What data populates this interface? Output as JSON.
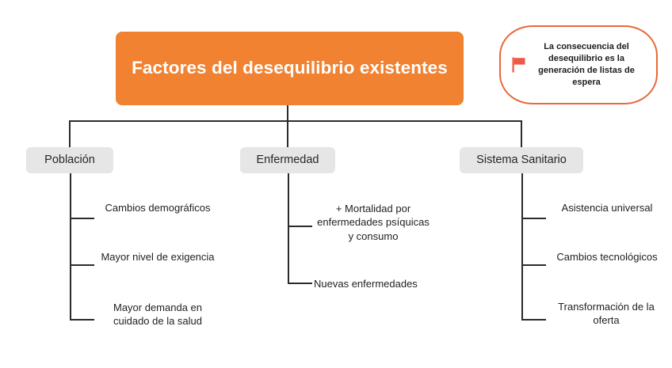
{
  "diagram": {
    "root": {
      "label": "Factores del desequilibrio existentes",
      "color": "#F08232",
      "text_color": "#FFFFFF"
    },
    "callout": {
      "icon": "flag-icon",
      "icon_color": "#EE5A44",
      "border_color": "#E8693B",
      "text": "La consecuencia del desequilibrio es la generación de listas de espera"
    },
    "branches": [
      {
        "label": "Población",
        "leaves": [
          {
            "text": "Cambios demográficos"
          },
          {
            "text": "Mayor nivel de exigencia"
          },
          {
            "text": "Mayor demanda en cuidado de la salud"
          }
        ]
      },
      {
        "label": "Enfermedad",
        "leaves": [
          {
            "text": "+ Mortalidad por enfermedades psíquicas y consumo"
          },
          {
            "text": "Nuevas enfermedades"
          }
        ]
      },
      {
        "label": "Sistema Sanitario",
        "leaves": [
          {
            "text": "Asistencia universal"
          },
          {
            "text": "Cambios tecnológicos"
          },
          {
            "text": "Transformación de la oferta"
          }
        ]
      }
    ],
    "node_color": "#E6E6E6",
    "line_color": "#2B2B2B"
  }
}
